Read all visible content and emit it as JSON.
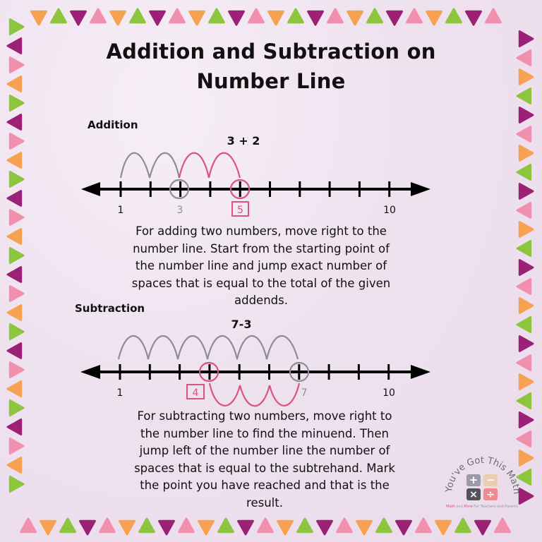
{
  "title": {
    "line1": "Addition and Subtraction on",
    "line2": "Number Line"
  },
  "colors": {
    "background": "#efe2ef",
    "text": "#111111",
    "line": "#000000",
    "gray_jump": "#8e8c9a",
    "pink_jump": "#d9547e",
    "bunting_orange": "#f7a252",
    "bunting_green": "#8cc63f",
    "bunting_purple": "#9b2177",
    "bunting_pink": "#f08fae"
  },
  "addition": {
    "label": "Addition",
    "equation": "3 + 2",
    "number_line": {
      "range": [
        1,
        10
      ],
      "labels": {
        "start": "1",
        "start_marker": "3",
        "result": "5",
        "end": "10"
      },
      "start_value": 3,
      "result_value": 5,
      "gray_jumps_from": 1,
      "gray_jumps_to": 3,
      "pink_jumps_from": 3,
      "pink_jumps_to": 5
    },
    "description": [
      "For adding two numbers, move right to the",
      "number line. Start from the starting point of",
      "the number line and jump exact number of",
      "spaces that is equal to the total of the given",
      "addends."
    ]
  },
  "subtraction": {
    "label": "Subtraction",
    "equation": "7-3",
    "number_line": {
      "range": [
        1,
        10
      ],
      "labels": {
        "start": "1",
        "result": "4",
        "minuend_marker": "7",
        "end": "10"
      },
      "minuend_value": 7,
      "result_value": 4,
      "gray_jumps_from": 1,
      "gray_jumps_to": 7,
      "pink_jumps_from": 7,
      "pink_jumps_to": 4
    },
    "description": [
      "For subtracting two numbers, move right to",
      "the number line to find the minuend. Then",
      "jump left of the number line the number of",
      "spaces that is equal to the subtrehand. Mark",
      "the point you have reached and that is the",
      "result."
    ]
  },
  "logo": {
    "arc_text": "You've Got This Math",
    "tagline_part1": "Math",
    "tagline_part2": " and ",
    "tagline_part3": "More",
    "tagline_part4": " For Teachers and Parents",
    "icons": [
      "plus-icon",
      "minus-icon",
      "times-icon",
      "divide-icon"
    ]
  }
}
